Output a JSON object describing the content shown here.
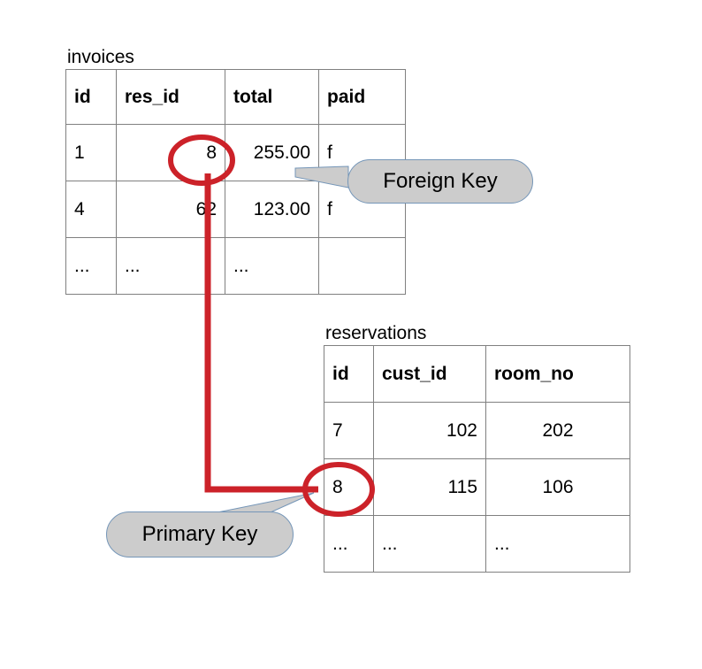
{
  "diagram": {
    "title_invoices": "invoices",
    "title_reservations": "reservations",
    "colors": {
      "relationship_line": "#cc2229",
      "highlight_ellipse": "#cc2229",
      "callout_fill": "#cccccc",
      "callout_border": "#7596b8",
      "table_border": "#808080",
      "text": "#000000",
      "background": "#ffffff"
    }
  },
  "invoices": {
    "name": "invoices",
    "columns": [
      "id",
      "res_id",
      "total",
      "paid"
    ],
    "rows": [
      {
        "id": "1",
        "res_id": "8",
        "total": "255.00",
        "paid": "f"
      },
      {
        "id": "4",
        "res_id": "62",
        "total": "123.00",
        "paid": "f"
      },
      {
        "id": "...",
        "res_id": "...",
        "total": "...",
        "paid": ""
      }
    ]
  },
  "reservations": {
    "name": "reservations",
    "columns": [
      "id",
      "cust_id",
      "room_no"
    ],
    "rows": [
      {
        "id": "7",
        "cust_id": "102",
        "room_no": "202"
      },
      {
        "id": "8",
        "cust_id": "115",
        "room_no": "106"
      },
      {
        "id": "...",
        "cust_id": "...",
        "room_no": "..."
      }
    ]
  },
  "annotations": {
    "foreign_key_label": "Foreign Key",
    "primary_key_label": "Primary Key",
    "foreign_key_target": "invoices.res_id = 8",
    "primary_key_target": "reservations.id = 8"
  }
}
